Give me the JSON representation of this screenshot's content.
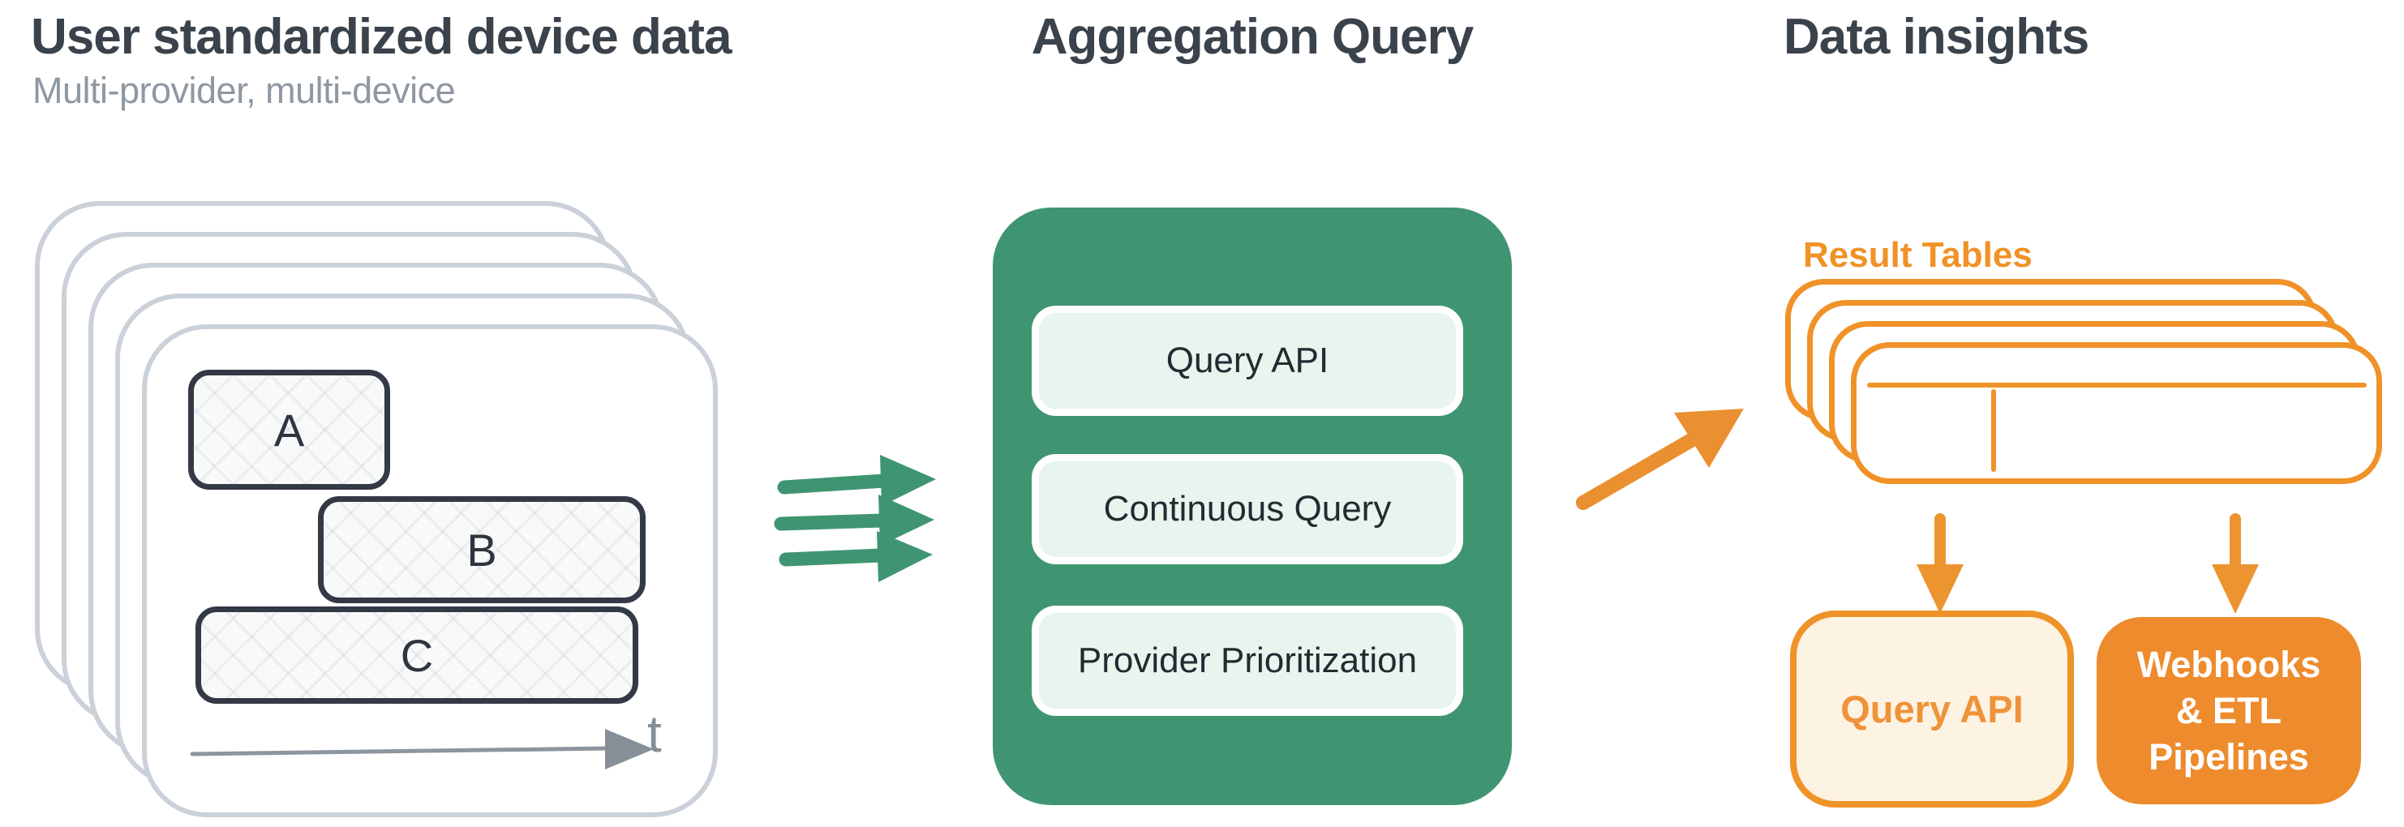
{
  "left": {
    "title": "User standardized device data",
    "subtitle": "Multi-provider, multi-device",
    "blocks": [
      {
        "label": "A"
      },
      {
        "label": "B"
      },
      {
        "label": "C"
      }
    ],
    "time_axis_label": "t",
    "stack_layers": 5
  },
  "middle": {
    "title": "Aggregation Query",
    "modules": [
      {
        "label": "Query API"
      },
      {
        "label": "Continuous Query"
      },
      {
        "label": "Provider Prioritization"
      }
    ]
  },
  "right": {
    "title": "Data insights",
    "result_tables_label": "Result Tables",
    "table_layers": 4,
    "query_api_label": "Query API",
    "webhooks_line1": "Webhooks",
    "webhooks_line2": "& ETL",
    "webhooks_line3": "Pipelines"
  },
  "icons": {
    "triple_flow_arrow": "three green right arrows",
    "diagonal_flow_arrow": "orange up-right arrow",
    "down_arrows": "two orange down arrows",
    "time_axis_arrow": "gray right arrow"
  },
  "colors": {
    "title_text": "#3a424b",
    "subtitle_text": "#8f98a2",
    "card_stroke_gray": "#cbd1d9",
    "block_stroke_dark": "#333a45",
    "green": "#3f9571",
    "mint_fill": "#e8f4ee",
    "orange_stroke": "#f09228",
    "orange_solid": "#ee8b2d",
    "orange_text": "#ef923a",
    "cream_fill": "#fdf3e3",
    "axis_gray": "#8d959e"
  }
}
